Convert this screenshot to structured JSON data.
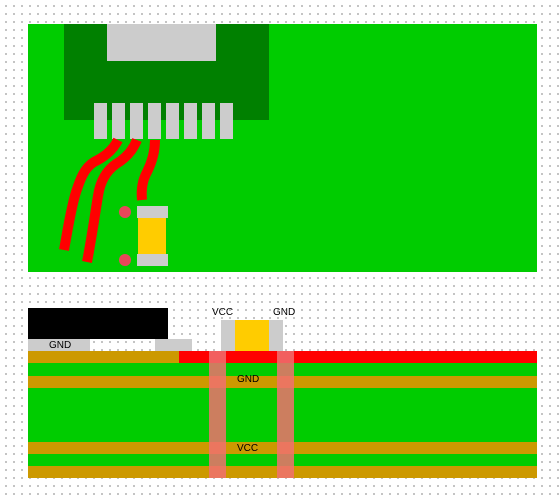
{
  "colors": {
    "board_green": "#00cc00",
    "component_dark_green": "#008000",
    "pad_gray": "#cccccc",
    "trace_red": "#ff0000",
    "via_pink": "#e8475a",
    "capacitor_yellow": "#ffcc00",
    "copper_layer": "#cc9900",
    "via_barrel": "#f07070",
    "ic_package_black": "#000000",
    "background_dot_grid": "#b4b4b4"
  },
  "cross_section": {
    "ic_pad_label": "GND",
    "capacitor_left_pin_label": "VCC",
    "capacitor_right_pin_label": "GND",
    "gnd_plane_label": "GND",
    "vcc_plane_label": "VCC"
  }
}
